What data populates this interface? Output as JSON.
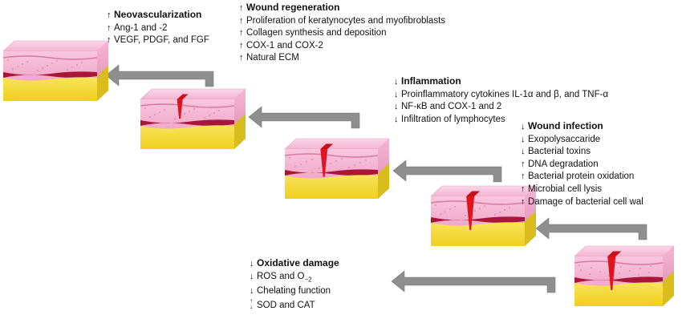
{
  "blocks": {
    "neovascularization": {
      "title": "Neovascularization",
      "items": [
        {
          "arrow": "up",
          "text": "Ang-1 and -2"
        },
        {
          "arrow": "up",
          "text": "VEGF, PDGF, and FGF"
        }
      ]
    },
    "wound_regeneration": {
      "title": "Wound regeneration",
      "items": [
        {
          "arrow": "up",
          "text": "Proliferation of keratynocytes and myofibroblasts"
        },
        {
          "arrow": "up",
          "text": "Collagen synthesis and deposition"
        },
        {
          "arrow": "up",
          "text": "COX-1 and COX-2"
        },
        {
          "arrow": "up",
          "text": "Natural ECM"
        }
      ]
    },
    "inflammation": {
      "title": "Inflammation",
      "items": [
        {
          "arrow": "down",
          "text": "Proinflammatory cytokines IL-1α and  β, and TNF-α"
        },
        {
          "arrow": "down",
          "text": "NF-κB and COX-1 and 2"
        },
        {
          "arrow": "down",
          "text": "Infiltration of lymphocytes"
        }
      ]
    },
    "wound_infection": {
      "title": "Wound infection",
      "items": [
        {
          "arrow": "down",
          "text": "Exopolysaccaride"
        },
        {
          "arrow": "down",
          "text": "Bacterial toxins"
        },
        {
          "arrow": "up",
          "text": "DNA degradation"
        },
        {
          "arrow": "up",
          "text": "Bacterial protein oxidation"
        },
        {
          "arrow": "up",
          "text": "Microbial cell lysis"
        },
        {
          "arrow": "up",
          "text": "Damage of bacterial cell wal"
        }
      ]
    },
    "oxidative_damage": {
      "title": "Oxidative damage",
      "items": [
        {
          "arrow": "down",
          "text": "ROS and O",
          "sub": "−2"
        },
        {
          "arrow": "down",
          "text": "Chelating function"
        },
        {
          "arrow": "updown",
          "text": "SOD and CAT"
        }
      ]
    }
  },
  "colors": {
    "skin_top": "#f7c4dc",
    "skin_side": "#f2a9c9",
    "skin_right": "#e592b7",
    "dermis_band": "#a8163a",
    "fat_front": "#f6df3a",
    "fat_right": "#d8bd1c",
    "wound": "#e0141e",
    "arrow": "#8e8e8e"
  },
  "icons": {
    "up": "↑",
    "down": "↓"
  }
}
